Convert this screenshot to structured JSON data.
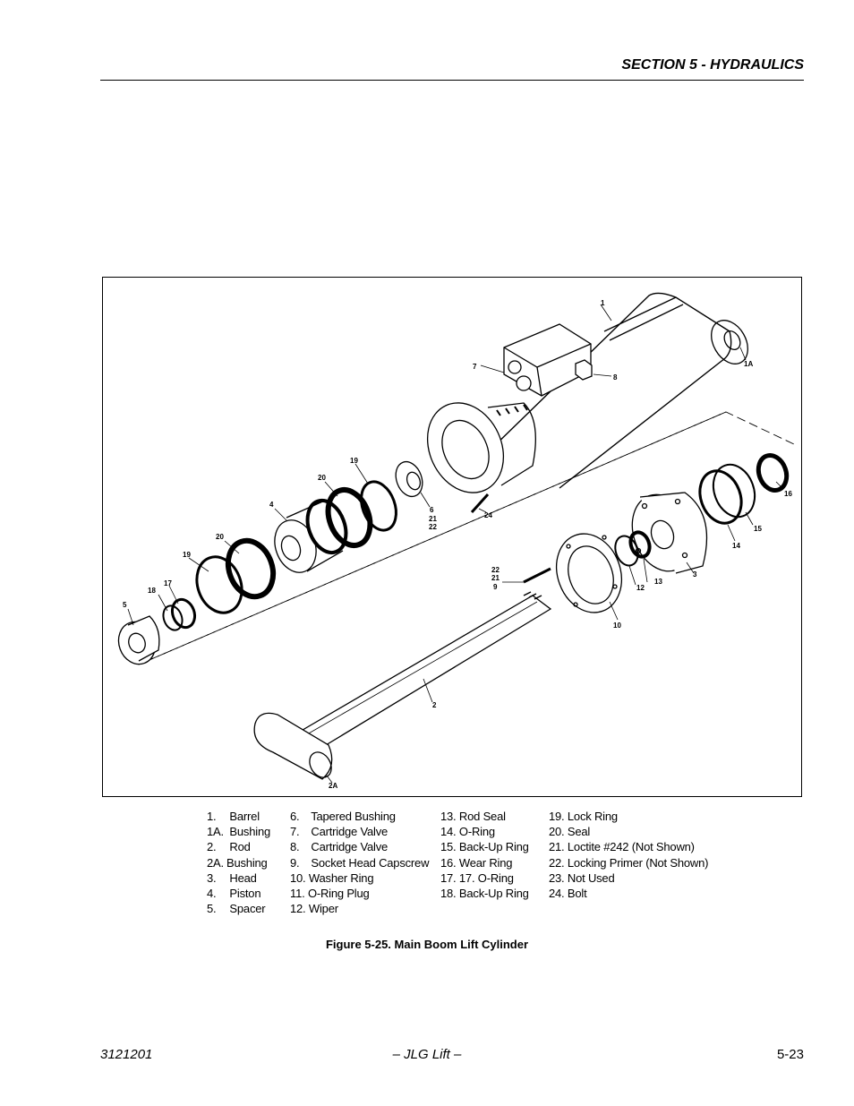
{
  "header": {
    "section_title": "SECTION 5 - HYDRAULICS"
  },
  "figure": {
    "callouts": [
      "1",
      "1A",
      "7",
      "8",
      "19",
      "20",
      "6",
      "21",
      "22",
      "24",
      "4",
      "20",
      "19",
      "17",
      "18",
      "5",
      "16",
      "15",
      "14",
      "3",
      "22",
      "21",
      "9",
      "12",
      "13",
      "10",
      "2",
      "2A"
    ],
    "caption": "Figure 5-25.   Main Boom Lift Cylinder"
  },
  "legend": {
    "col1": [
      {
        "num": "1.",
        "label": "Barrel"
      },
      {
        "num": "1A.",
        "label": "Bushing"
      },
      {
        "num": "2.",
        "label": "Rod"
      },
      {
        "num": "2A.",
        "label": "Bushing"
      },
      {
        "num": "3.",
        "label": "Head"
      },
      {
        "num": "4.",
        "label": "Piston"
      },
      {
        "num": "5.",
        "label": "Spacer"
      }
    ],
    "col2": [
      {
        "num": "6.",
        "label": "Tapered Bushing"
      },
      {
        "num": "7.",
        "label": "Cartridge Valve"
      },
      {
        "num": "8.",
        "label": "Cartridge Valve"
      },
      {
        "num": "9.",
        "label": "Socket Head Capscrew"
      },
      {
        "num": "10.",
        "label": "Washer Ring"
      },
      {
        "num": "11.",
        "label": "O-Ring Plug"
      },
      {
        "num": "12.",
        "label": "Wiper"
      }
    ],
    "col3": [
      {
        "num": "13.",
        "label": "Rod Seal"
      },
      {
        "num": "14.",
        "label": "O-Ring"
      },
      {
        "num": "15.",
        "label": "Back-Up Ring"
      },
      {
        "num": "16.",
        "label": "Wear Ring"
      },
      {
        "num": "17.",
        "label": "17. O-Ring"
      },
      {
        "num": "18.",
        "label": "Back-Up Ring"
      }
    ],
    "col4": [
      {
        "num": "19.",
        "label": "Lock Ring"
      },
      {
        "num": "20.",
        "label": "Seal"
      },
      {
        "num": "21.",
        "label": "Loctite #242 (Not Shown)"
      },
      {
        "num": "22.",
        "label": "Locking Primer (Not Shown)"
      },
      {
        "num": "23.",
        "label": "Not Used"
      },
      {
        "num": "24.",
        "label": "Bolt"
      }
    ]
  },
  "footer": {
    "doc_number": "3121201",
    "center_text": "– JLG Lift –",
    "page_number": "5-23"
  }
}
